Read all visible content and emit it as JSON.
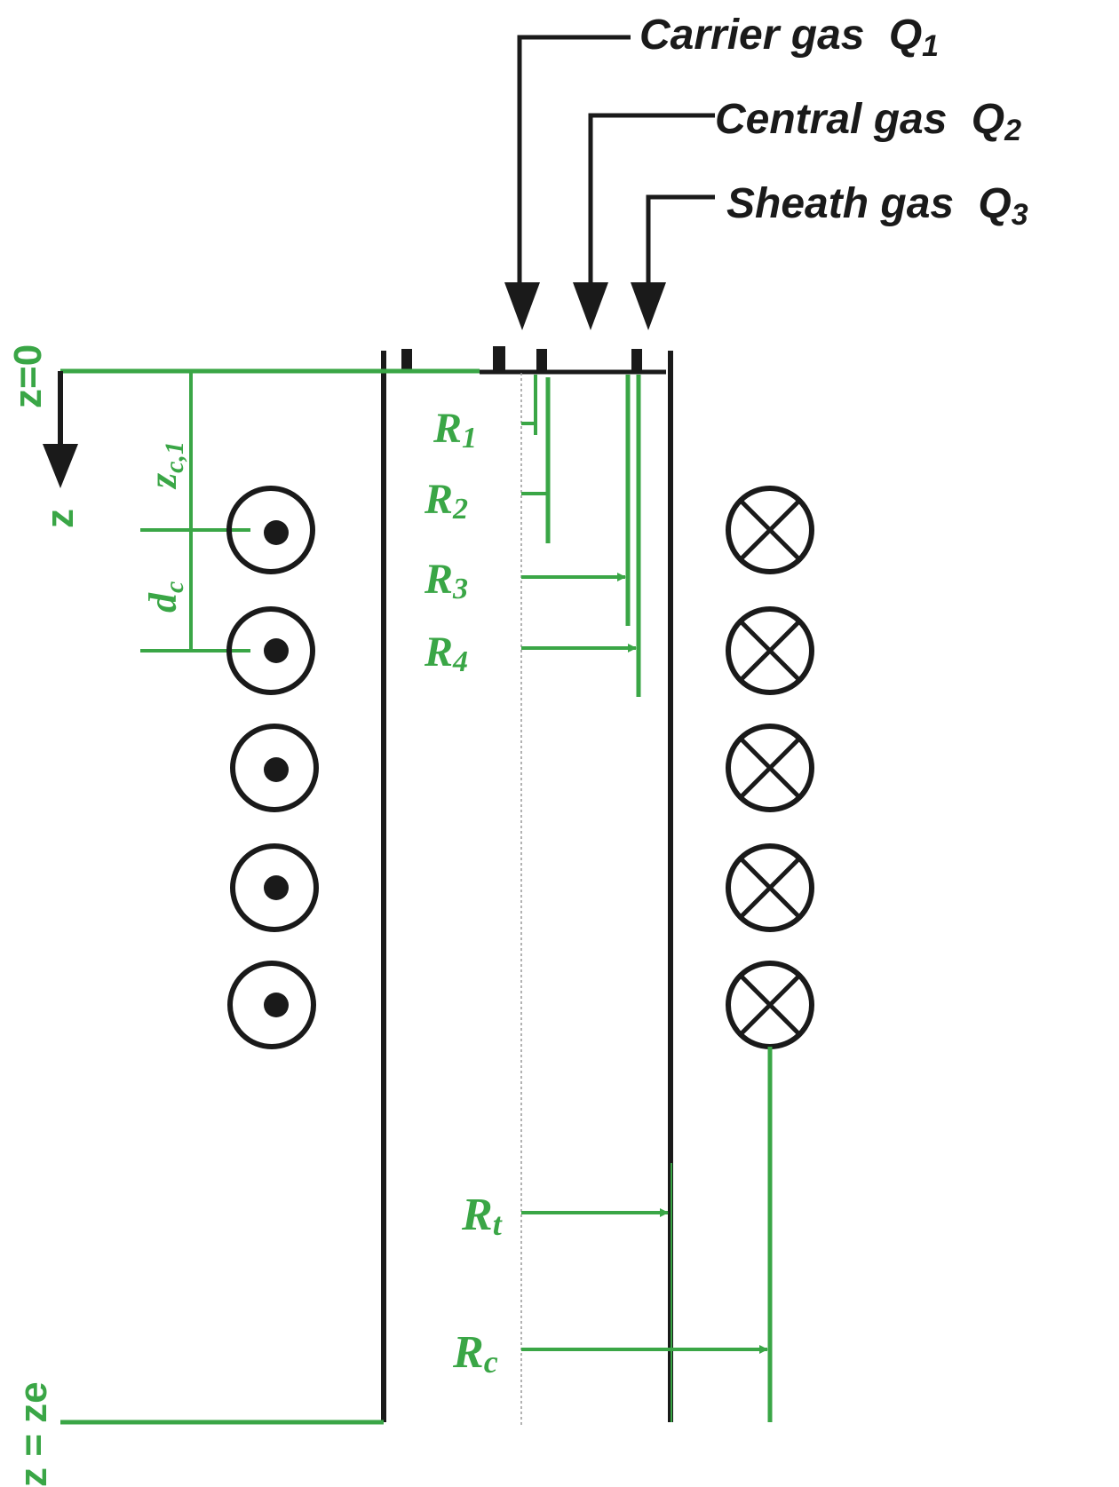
{
  "colors": {
    "ink": "#1a1a1a",
    "accent_green": "#3aa646"
  },
  "gas_inlets": [
    {
      "label": "Carrier gas",
      "symbol": "Q",
      "subscript": "1"
    },
    {
      "label": "Central gas",
      "symbol": "Q",
      "subscript": "2"
    },
    {
      "label": "Sheath gas",
      "symbol": "Q",
      "subscript": "3"
    }
  ],
  "axis": {
    "origin_label": "z=0",
    "axis_label": "z",
    "end_label": "z = ze"
  },
  "coil_spacing": {
    "first_coil": {
      "base": "z",
      "sub": "c,1"
    },
    "pitch": {
      "base": "d",
      "sub": "c"
    }
  },
  "radii": [
    {
      "base": "R",
      "sub": "1"
    },
    {
      "base": "R",
      "sub": "2"
    },
    {
      "base": "R",
      "sub": "3"
    },
    {
      "base": "R",
      "sub": "4"
    },
    {
      "base": "R",
      "sub": "t"
    },
    {
      "base": "R",
      "sub": "c"
    }
  ],
  "coils": {
    "left_count": 5,
    "left_symbol": "current-out-of-page-icon",
    "right_count": 5,
    "right_symbol": "current-into-page-icon"
  }
}
